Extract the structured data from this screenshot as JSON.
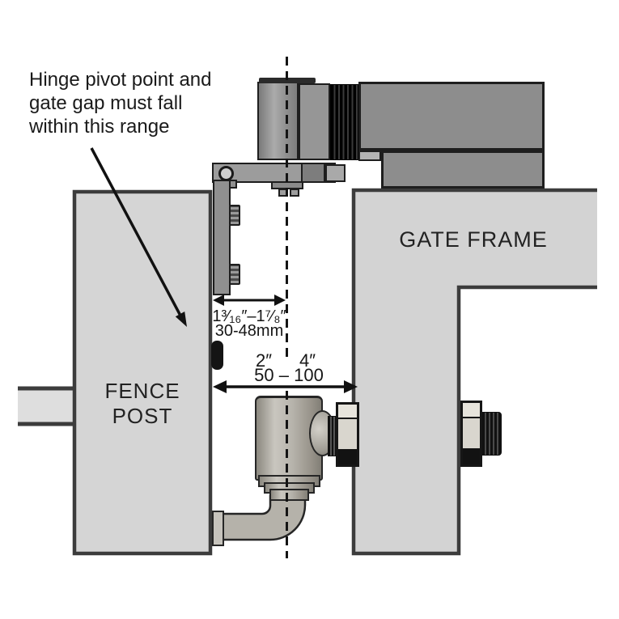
{
  "diagram": {
    "annotation": {
      "line1": "Hinge pivot point and",
      "line2": "gate gap must fall",
      "line3": "within this range"
    },
    "labels": {
      "fence_post_line1": "FENCE",
      "fence_post_line2": "POST",
      "gate_frame": "GATE FRAME"
    },
    "dimensions": {
      "hinge_offset_inches": "1³⁄₁₆″–1⁷⁄₈″",
      "hinge_offset_metric": "30-48mm",
      "gap_min_inches": "2″",
      "gap_max_inches": "4″",
      "gap_metric_range": "50 – 100"
    },
    "colors": {
      "background": "#ffffff",
      "structure_fill": "#d5d5d5",
      "structure_outline": "#3c3c3c",
      "hardware_gray": "#8d8d8d",
      "hydraulic_warm_gray": "#b5b2aa",
      "thread_black": "#111111",
      "annotation_text": "#1a1a1a"
    }
  }
}
